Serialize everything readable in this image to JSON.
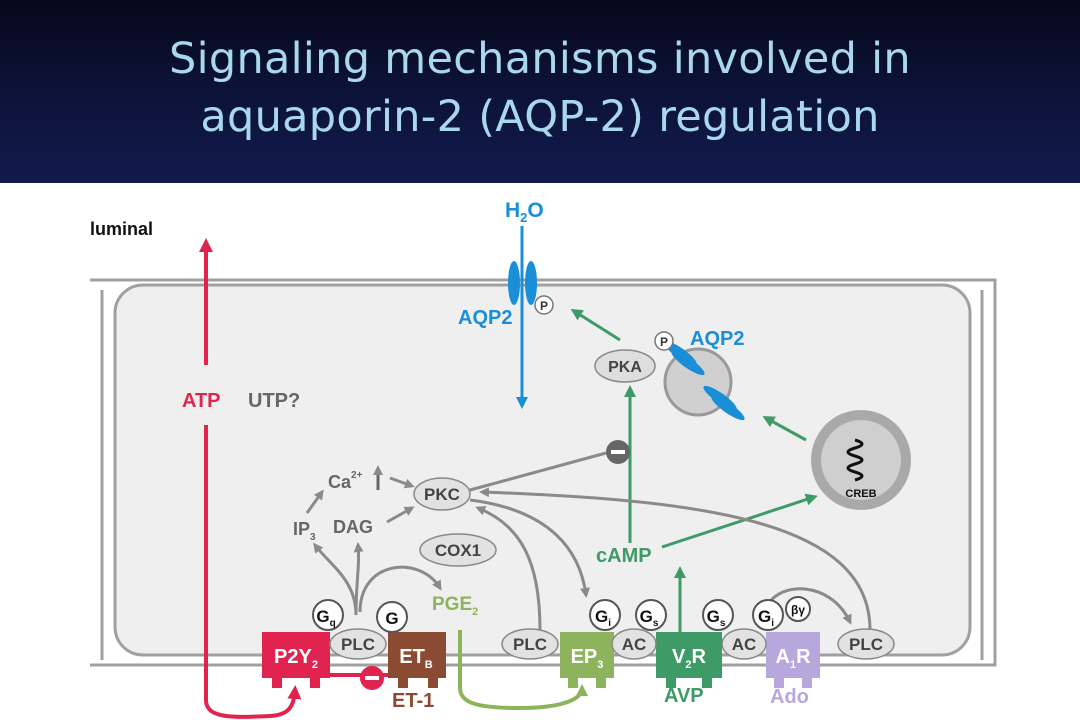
{
  "title": {
    "line1": "Signaling mechanisms involved in",
    "line2": "aquaporin-2 (AQP-2) regulation"
  },
  "colors": {
    "title_bg": "#0c1236",
    "title_text": "#a9d8ee",
    "cell_fill": "#efefef",
    "membrane": "#9a9a9a",
    "gray": "#8a8a8a",
    "red": "#e0244f",
    "blue": "#1a8fd8",
    "green": "#3e9a67",
    "brown": "#8b4a32",
    "olive": "#8db35d",
    "lavender": "#b7a7dc"
  },
  "labels": {
    "luminal": "luminal",
    "h2o": {
      "main": "H",
      "sub": "2",
      "tail": "O"
    },
    "aqp2_membrane": "AQP2",
    "aqp2_vesicle": "AQP2",
    "phospho": "P",
    "pka": "PKA",
    "creb": "CREB",
    "atp": "ATP",
    "utp": "UTP?",
    "ca": {
      "main": "Ca",
      "sup": "2+"
    },
    "pkc": "PKC",
    "ip3": {
      "main": "IP",
      "sub": "3"
    },
    "dag": "DAG",
    "cox1": "COX1",
    "camp": "cAMP",
    "pge2": {
      "main": "PGE",
      "sub": "2"
    },
    "minus": "–",
    "et1": "ET-1",
    "avp": "AVP",
    "ado": "Ado"
  },
  "receptors": {
    "p2y2": {
      "main": "P2Y",
      "sub": "2"
    },
    "etb": {
      "main": "ET",
      "sub": "B"
    },
    "ep3": {
      "main": "EP",
      "sub": "3"
    },
    "v2r": {
      "main": "V",
      "sub": "2",
      "tail": "R"
    },
    "a1r": {
      "main": "A",
      "sub": "1",
      "tail": "R"
    }
  },
  "effectors": {
    "plc_left": "PLC",
    "plc_mid": "PLC",
    "plc_right": "PLC",
    "ac_ep3": "AC",
    "ac_v2r": "AC"
  },
  "g_proteins": {
    "gq": {
      "main": "G",
      "sub": "q"
    },
    "g_etb": {
      "main": "G",
      "sub": ""
    },
    "gi_ep3": {
      "main": "G",
      "sub": "i"
    },
    "gs_ep3": {
      "main": "G",
      "sub": "s"
    },
    "gs_v2r": {
      "main": "G",
      "sub": "s"
    },
    "gi_a1r": {
      "main": "G",
      "sub": "i"
    },
    "beta_gamma": "βγ"
  }
}
